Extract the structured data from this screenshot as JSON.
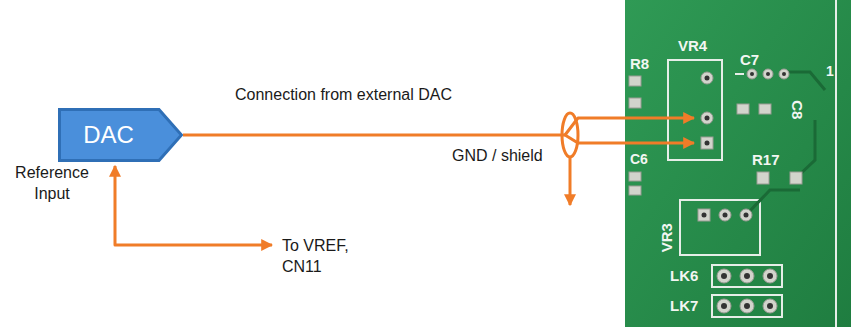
{
  "diagram": {
    "nodes": [
      {
        "text": [
          "DAC"
        ]
      }
    ],
    "labels": [
      "Connection from external DAC",
      "Reference Input",
      "GND / shield",
      "To VREF, CN11",
      "VR4",
      "R8",
      "C7",
      "1",
      "C8",
      "C6",
      "R17",
      "VR3",
      "LK6",
      "LK7"
    ]
  }
}
